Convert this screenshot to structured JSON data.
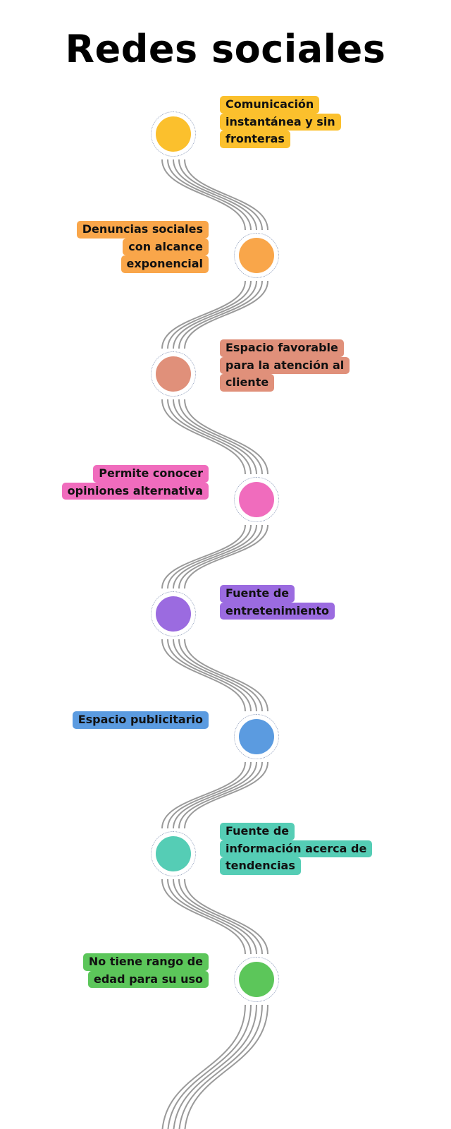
{
  "title": "Redes sociales",
  "items": [
    {
      "lines": [
        "Comunicación",
        "instantánea y sin",
        "fronteras"
      ],
      "color": "#fbc02d",
      "side": "right"
    },
    {
      "lines": [
        "Denuncias sociales",
        "con alcance",
        "exponencial"
      ],
      "color": "#f9a64a",
      "side": "left"
    },
    {
      "lines": [
        "Espacio favorable",
        "para la atención al",
        "cliente"
      ],
      "color": "#e0907a",
      "side": "right"
    },
    {
      "lines": [
        "Permite conocer",
        "opiniones alternativa"
      ],
      "color": "#f06cbd",
      "side": "left"
    },
    {
      "lines": [
        "Fuente de",
        "entretenimiento"
      ],
      "color": "#9b6be0",
      "side": "right"
    },
    {
      "lines": [
        "Espacio publicitario"
      ],
      "color": "#5b9be0",
      "side": "left"
    },
    {
      "lines": [
        "Fuente de",
        "información acerca de",
        "tendencias"
      ],
      "color": "#55cdb5",
      "side": "right"
    },
    {
      "lines": [
        "No tiene rango de",
        "edad para su uso"
      ],
      "color": "#5cc65a",
      "side": "left"
    }
  ],
  "colors": {
    "path_stroke": "#9a9a9a",
    "ring": "#9aa7c2",
    "text": "#111111"
  }
}
